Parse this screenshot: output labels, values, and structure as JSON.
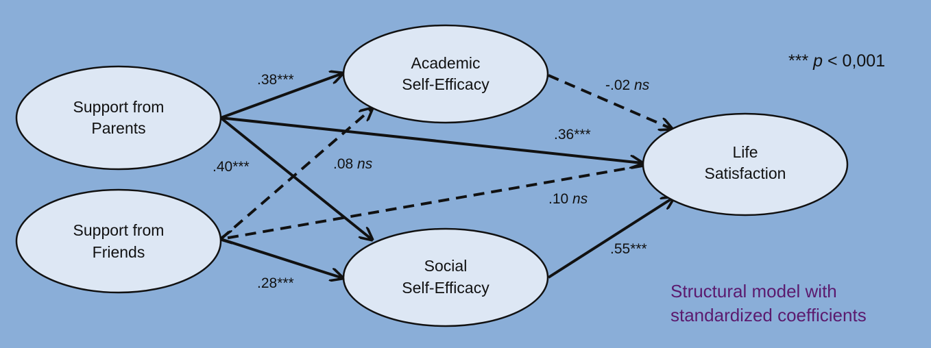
{
  "nodes": {
    "parents": {
      "line1": "Support from",
      "line2": "Parents"
    },
    "friends": {
      "line1": "Support from",
      "line2": "Friends"
    },
    "academic": {
      "line1": "Academic",
      "line2": "Self-Efficacy"
    },
    "social": {
      "line1": "Social",
      "line2": "Self-Efficacy"
    },
    "life": {
      "line1": "Life",
      "line2": "Satisfaction"
    }
  },
  "paths": {
    "parents_academic": {
      "value": ".38",
      "sig": "***",
      "style": "solid"
    },
    "parents_social": {
      "value": ".40",
      "sig": "***",
      "style": "solid"
    },
    "parents_life": {
      "value": ".36",
      "sig": "***",
      "style": "solid"
    },
    "friends_academic": {
      "value": ".08",
      "sig": "ns",
      "style": "dashed"
    },
    "friends_social": {
      "value": ".28",
      "sig": "***",
      "style": "solid"
    },
    "friends_life": {
      "value": ".10",
      "sig": "ns",
      "style": "dashed"
    },
    "academic_life": {
      "value": "-.02",
      "sig": "ns",
      "style": "dashed"
    },
    "social_life": {
      "value": ".55",
      "sig": "***",
      "style": "solid"
    }
  },
  "legend": {
    "stars": "***",
    "p": "p",
    "rest": " < 0,001"
  },
  "caption": {
    "line1": "Structural model with",
    "line2": "standardized coefficients"
  },
  "colors": {
    "background": "#8aaed8",
    "node_fill": "#dde7f4",
    "stroke": "#111111",
    "caption": "#5b1a6e"
  }
}
